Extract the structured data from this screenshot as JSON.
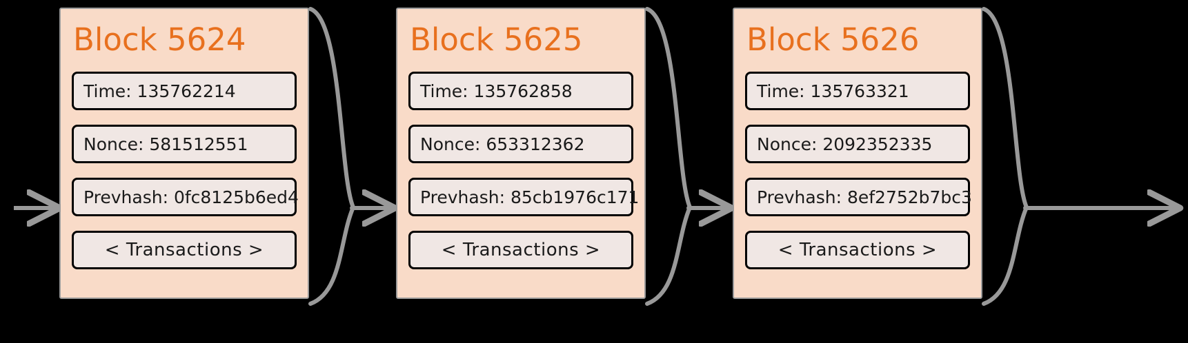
{
  "diagram": {
    "title": "blockchain-block-sequence",
    "background_color": "#000000",
    "block_fill_color": "#f9dbc8",
    "block_border_color": "#9b9b9b",
    "field_fill_color": "#f0e7e4",
    "field_border_color": "#000000",
    "heading_color": "#e8701e",
    "connector_color": "#999999"
  },
  "labels": {
    "time_prefix": "Time:",
    "nonce_prefix": "Nonce:",
    "prevhash_prefix": "Prevhash:",
    "transactions": "< Transactions >"
  },
  "blocks": [
    {
      "title": "Block 5624",
      "time": "Time: 135762214",
      "nonce": "Nonce: 581512551",
      "prevhash": "Prevhash: 0fc8125b6ed4",
      "transactions": "< Transactions >"
    },
    {
      "title": "Block 5625",
      "time": "Time: 135762858",
      "nonce": "Nonce: 653312362",
      "prevhash": "Prevhash: 85cb1976c171",
      "transactions": "< Transactions >"
    },
    {
      "title": "Block 5626",
      "time": "Time: 135763321",
      "nonce": "Nonce: 2092352335",
      "prevhash": "Prevhash: 8ef2752b7bc3",
      "transactions": "< Transactions >"
    }
  ],
  "connectors": [
    {
      "name": "incoming-arrow"
    },
    {
      "name": "link-arrow-5624-to-5625"
    },
    {
      "name": "link-arrow-5625-to-5626"
    },
    {
      "name": "outgoing-arrow"
    }
  ]
}
